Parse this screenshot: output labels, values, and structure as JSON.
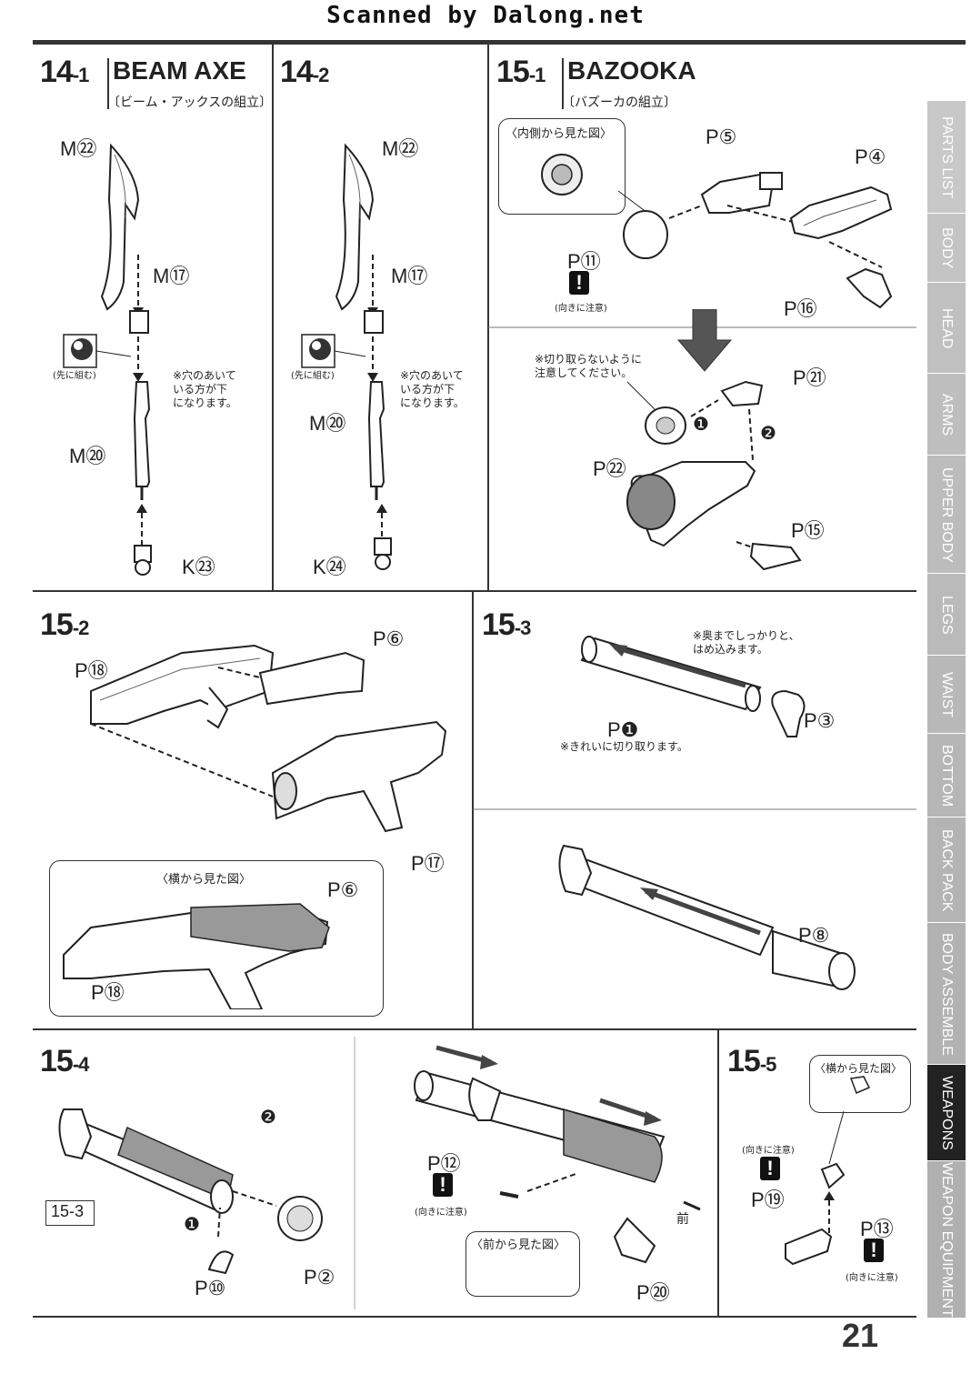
{
  "header": {
    "scanned": "Scanned by Dalong.net",
    "page_number": "21"
  },
  "tabs": [
    "PARTS LIST",
    "BODY",
    "HEAD",
    "ARMS",
    "UPPER BODY",
    "LEGS",
    "WAIST",
    "BOTTOM",
    "BACK PACK",
    "BODY ASSEMBLE",
    "WEAPONS",
    "WEAPON EQUIPMENT"
  ],
  "active_tab": "WEAPONS",
  "steps": {
    "s14_1": {
      "num": "14",
      "sub": "-1",
      "title": "BEAM AXE",
      "subtitle": "〔ビーム・アックスの組立〕",
      "labels": [
        "M㉒",
        "M⑰",
        "M⑳",
        "K㉓"
      ],
      "pre": "(先に組む)",
      "note": "※穴のあいて\nいる方が下\nになります。"
    },
    "s14_2": {
      "num": "14",
      "sub": "-2",
      "labels": [
        "M㉒",
        "M⑰",
        "M⑳",
        "K㉔"
      ],
      "pre": "(先に組む)",
      "note": "※穴のあいて\nいる方が下\nになります。"
    },
    "s15_1": {
      "num": "15",
      "sub": "-1",
      "title": "BAZOOKA",
      "subtitle": "〔バズーカの組立〕",
      "inside": "〈内側から見た図〉",
      "caution": "(向きに注意)",
      "labels_top": [
        "P⑤",
        "P④",
        "P⑪",
        "P⑯"
      ],
      "note": "※切り取らないように\n注意してください。",
      "labels_bottom": [
        "P㉑",
        "P㉒",
        "P⑮"
      ],
      "markers": [
        "❶",
        "❷"
      ]
    },
    "s15_2": {
      "num": "15",
      "sub": "-2",
      "labels": [
        "P⑱",
        "P⑥",
        "P⑰"
      ],
      "side": "〈横から見た図〉",
      "side_labels": [
        "P⑥",
        "P⑱"
      ]
    },
    "s15_3": {
      "num": "15",
      "sub": "-3",
      "note_top": "※奥までしっかりと、\nはめ込みます。",
      "labels": [
        "P❶",
        "P③",
        "P⑧"
      ],
      "note_cut": "※きれいに切り取ります。"
    },
    "s15_4": {
      "num": "15",
      "sub": "-4",
      "ref": "15-3",
      "labels": [
        "P⑩",
        "P②",
        "P⑫",
        "P⑳"
      ],
      "markers": [
        "❶",
        "❷"
      ],
      "caution": "(向きに注意)",
      "front": "〈前から見た図〉",
      "mae": "前"
    },
    "s15_5": {
      "num": "15",
      "sub": "-5",
      "side": "〈横から見た図〉",
      "labels": [
        "P⑲",
        "P⑬"
      ],
      "caution": "(向きに注意)"
    }
  }
}
